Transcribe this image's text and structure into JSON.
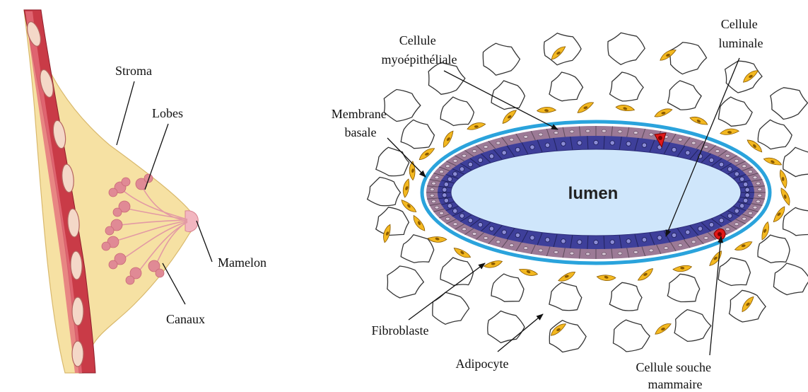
{
  "breast_diagram": {
    "labels": {
      "stroma": "Stroma",
      "lobes": "Lobes",
      "mamelon": "Mamelon",
      "canaux": "Canaux"
    }
  },
  "duct_diagram": {
    "lumen": "lumen",
    "labels": {
      "myoepithelial": [
        "Cellule",
        "myoépithéliale"
      ],
      "luminal": [
        "Cellule",
        "luminale"
      ],
      "membrane": [
        "Membrane",
        "basale"
      ],
      "fibroblaste": "Fibroblaste",
      "adipocyte": "Adipocyte",
      "stem": [
        "Cellule souche",
        "mammaire"
      ]
    }
  },
  "colors": {
    "breast_tissue": "#f6e1a3",
    "muscle": "#c93b47",
    "lobe": "#e08a95",
    "lumen_fill": "#cfe6fb",
    "basement_membrane": "#2aa3dc",
    "myoepithelial_cell": "#9c7a96",
    "luminal_cell": "#3e3f9a",
    "stem_cell": "#e01818",
    "fibroblast": "#f3b820",
    "adipocyte_outline": "#333333"
  }
}
